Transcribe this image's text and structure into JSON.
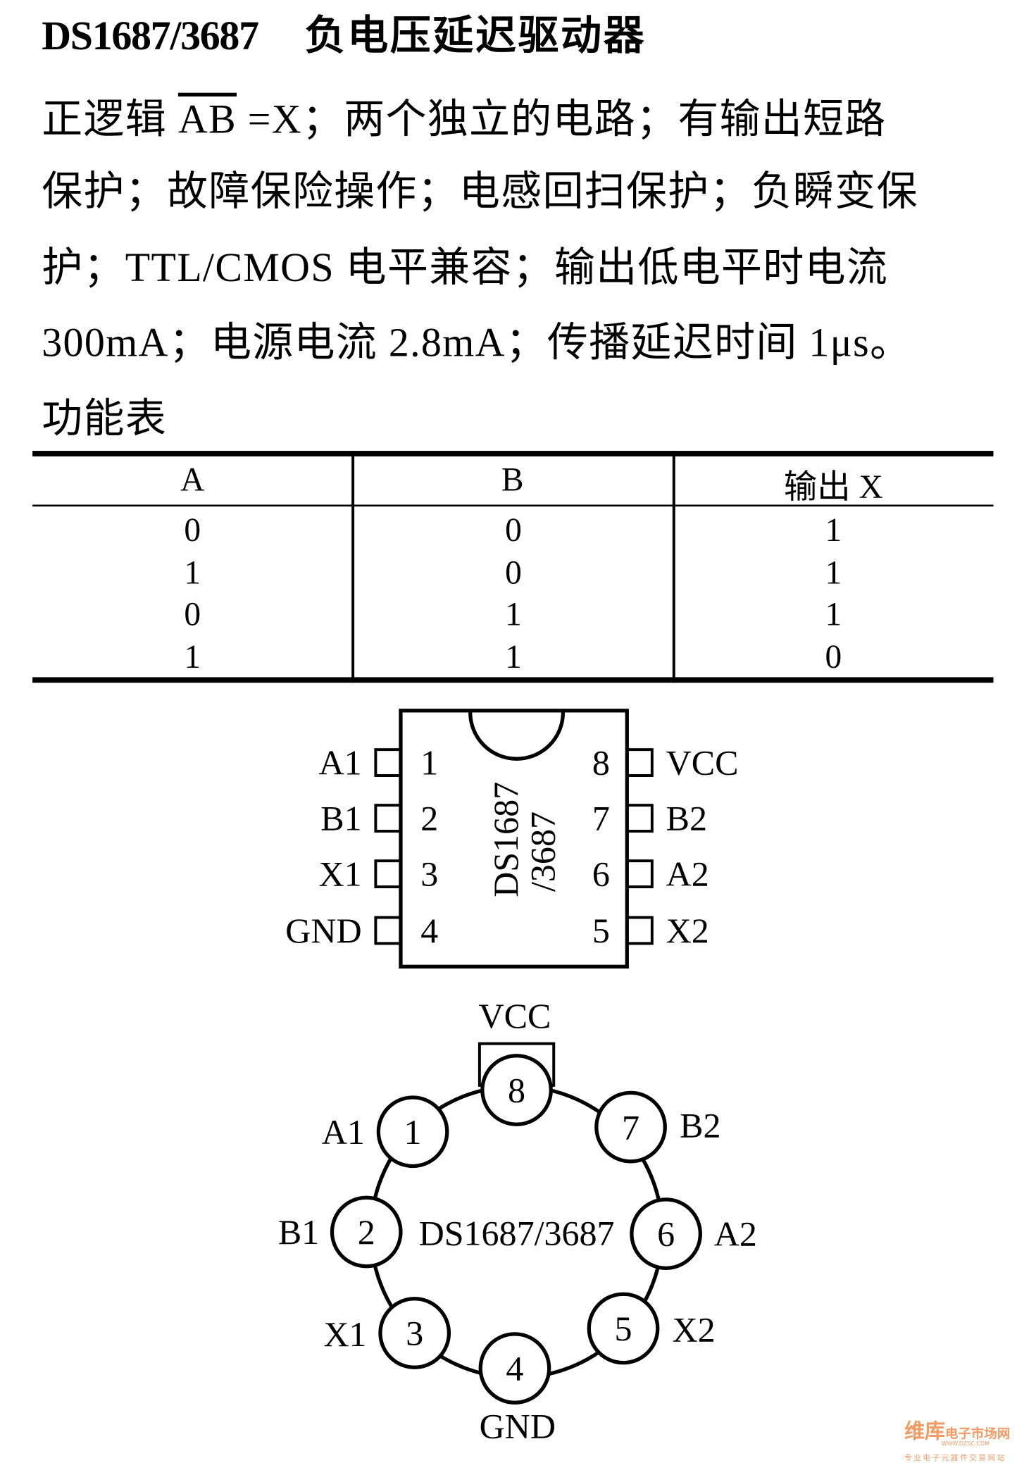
{
  "title": {
    "part": "DS1687/3687",
    "name": "负电压延迟驱动器"
  },
  "description": {
    "line1_pre": "正逻辑 ",
    "line1_overline": "AB",
    "line1_post": " =X；两个独立的电路；有输出短路",
    "line2": "保护；故障保险操作；电感回扫保护；负瞬变保",
    "line3": "护；TTL/CMOS 电平兼容；输出低电平时电流",
    "line4": "300mA；电源电流 2.8mA；传播延迟时间 1μs。"
  },
  "table": {
    "caption": "功能表",
    "headers": [
      "A",
      "B",
      "输出 X"
    ],
    "rows": [
      [
        "0",
        "0",
        "1"
      ],
      [
        "1",
        "0",
        "1"
      ],
      [
        "0",
        "1",
        "1"
      ],
      [
        "1",
        "1",
        "0"
      ]
    ]
  },
  "dip": {
    "chip_label_1": "DS1687",
    "chip_label_2": "/3687",
    "left_pins": [
      {
        "num": "1",
        "name": "A1"
      },
      {
        "num": "2",
        "name": "B1"
      },
      {
        "num": "3",
        "name": "X1"
      },
      {
        "num": "4",
        "name": "GND"
      }
    ],
    "right_pins": [
      {
        "num": "8",
        "name": "VCC"
      },
      {
        "num": "7",
        "name": "B2"
      },
      {
        "num": "6",
        "name": "A2"
      },
      {
        "num": "5",
        "name": "X2"
      }
    ]
  },
  "can": {
    "center_label": "DS1687/3687",
    "pins": [
      {
        "num": "1",
        "name": "A1"
      },
      {
        "num": "2",
        "name": "B1"
      },
      {
        "num": "3",
        "name": "X1"
      },
      {
        "num": "4",
        "name": "GND"
      },
      {
        "num": "5",
        "name": "X2"
      },
      {
        "num": "6",
        "name": "A2"
      },
      {
        "num": "7",
        "name": "B2"
      },
      {
        "num": "8",
        "name": "VCC"
      }
    ]
  },
  "watermark": {
    "brand": "维库",
    "sub": "电子市场网",
    "url": "WWW.DZSC.COM",
    "slogan": "专业电子元器件交易网站"
  }
}
